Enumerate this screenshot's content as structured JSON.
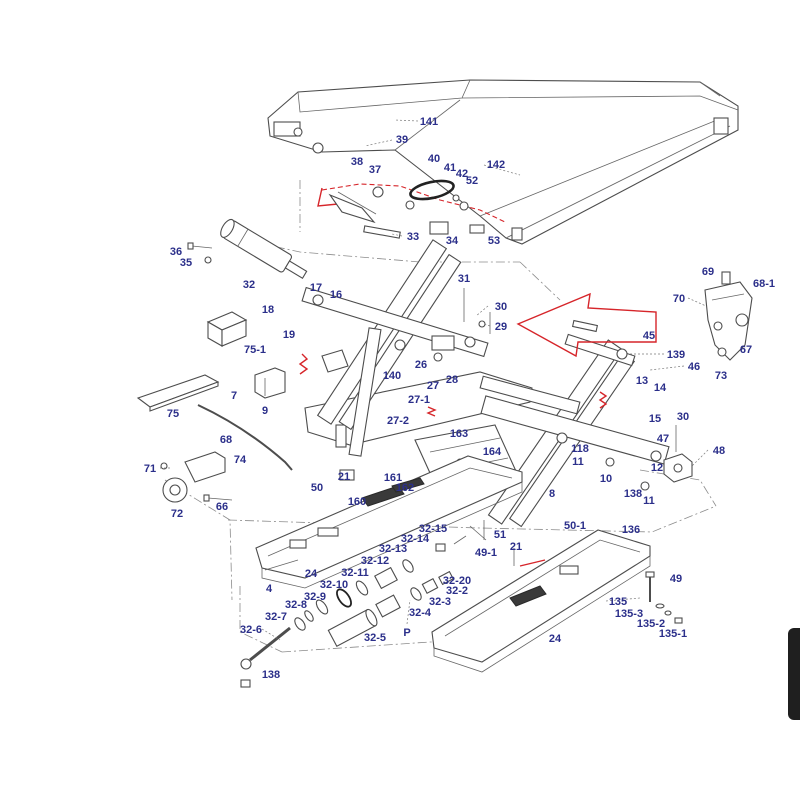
{
  "colors": {
    "label": "#2b2f8a",
    "line": "#4d4d4d",
    "highlight_arrow": "#d6252a"
  },
  "labels": [
    "141",
    "39",
    "38",
    "37",
    "40",
    "41",
    "42",
    "52",
    "142",
    "33",
    "34",
    "53",
    "36",
    "35",
    "32",
    "31",
    "17",
    "16",
    "18",
    "30",
    "29",
    "45",
    "69",
    "68-1",
    "70",
    "67",
    "73",
    "75-1",
    "19",
    "26",
    "28",
    "140",
    "139",
    "46",
    "13",
    "14",
    "27",
    "27-1",
    "27-2",
    "7",
    "9",
    "75",
    "15",
    "30",
    "47",
    "48",
    "68",
    "74",
    "163",
    "164",
    "118",
    "11",
    "12",
    "10",
    "138",
    "11",
    "8",
    "71",
    "21",
    "161",
    "162",
    "50",
    "160",
    "72",
    "66",
    "51",
    "50-1",
    "136",
    "32-15",
    "32-14",
    "49-1",
    "21",
    "32-13",
    "32-12",
    "32-11",
    "24",
    "4",
    "32-10",
    "32-20",
    "49",
    "32-9",
    "32-8",
    "32-2",
    "32-3",
    "135",
    "32-4",
    "135-3",
    "32-7",
    "135-2",
    "32-6",
    "P",
    "135-1",
    "32-5",
    "24",
    "138"
  ]
}
